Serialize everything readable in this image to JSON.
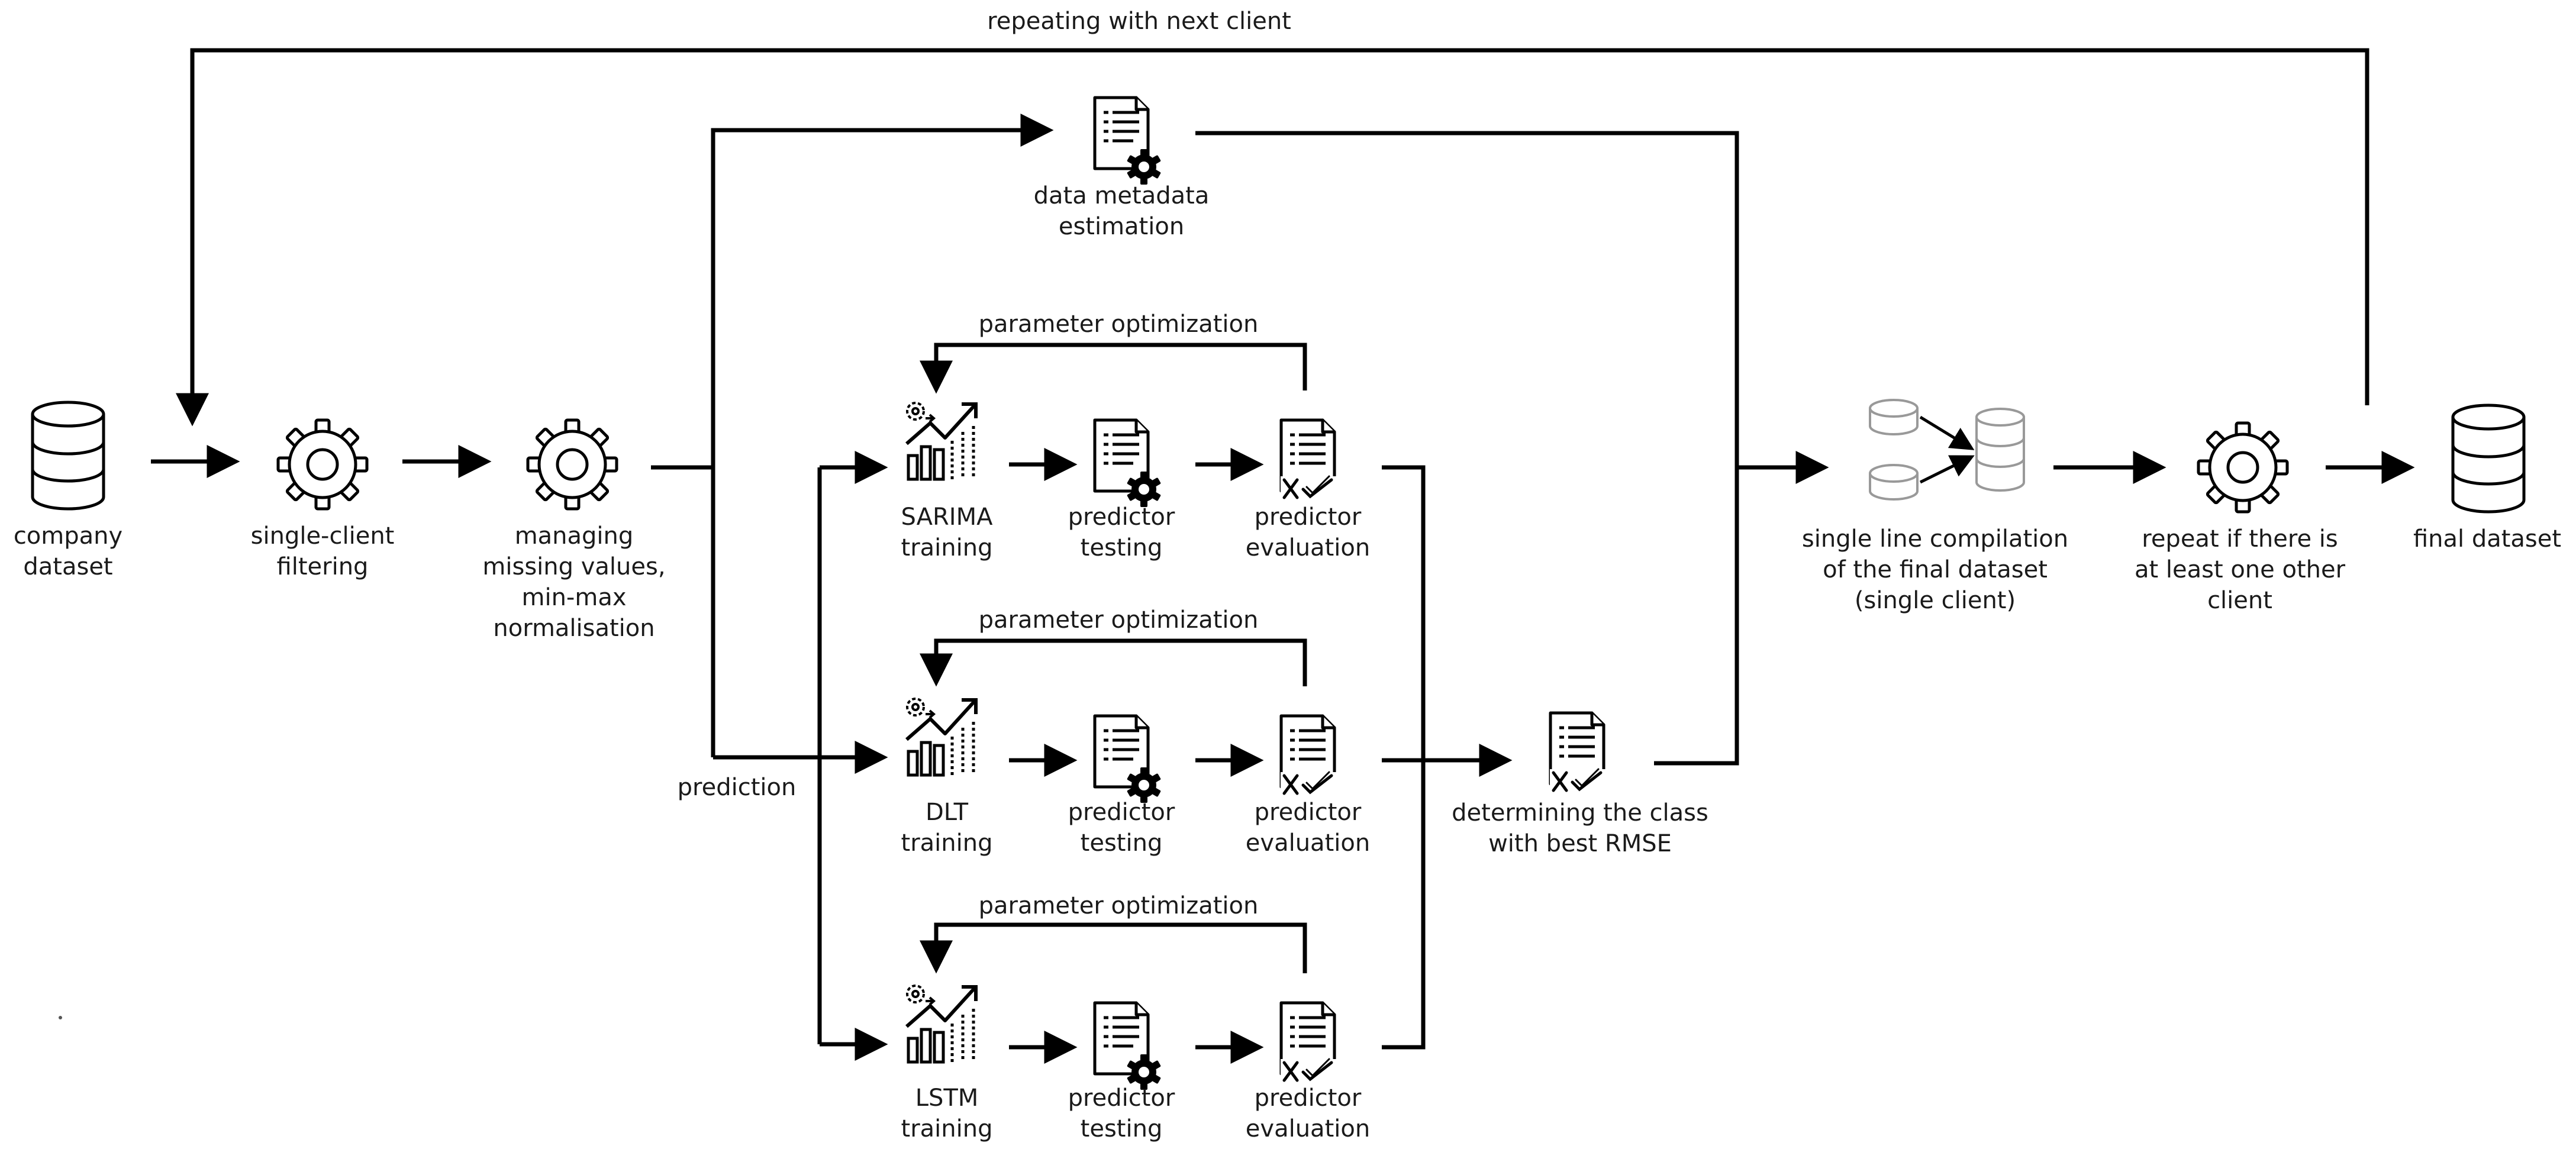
{
  "labels": {
    "loop_top": "repeating with next client",
    "company": [
      "company",
      "dataset"
    ],
    "filtering": [
      "single-client",
      "filtering"
    ],
    "managing": [
      "managing",
      "missing values,",
      "min-max",
      "normalisation"
    ],
    "metadata": [
      "data metadata",
      "estimation"
    ],
    "prediction": "prediction",
    "param_opt_1": "parameter optimization",
    "param_opt_2": "parameter optimization",
    "param_opt_3": "parameter optimization",
    "sarima": [
      "SARIMA",
      "training"
    ],
    "dlt": [
      "DLT",
      "training"
    ],
    "lstm": [
      "LSTM",
      "training"
    ],
    "testing_1": [
      "predictor",
      "testing"
    ],
    "testing_2": [
      "predictor",
      "testing"
    ],
    "testing_3": [
      "predictor",
      "testing"
    ],
    "eval_1": [
      "predictor",
      "evaluation"
    ],
    "eval_2": [
      "predictor",
      "evaluation"
    ],
    "eval_3": [
      "predictor",
      "evaluation"
    ],
    "best_rmse": [
      "determining the class",
      "with best RMSE"
    ],
    "compilation": [
      "single line compilation",
      "of the final dataset",
      "(single client)"
    ],
    "repeat": [
      "repeat if there is",
      "at least one other",
      "client"
    ],
    "final": [
      "final dataset"
    ]
  },
  "icons": {
    "database": "database-icon",
    "gear": "gear-icon",
    "document_gear": "document-gear-icon",
    "document_check": "document-check-icon",
    "chart": "training-chart-icon",
    "merge": "merge-databases-icon"
  },
  "colors": {
    "line": "#000000",
    "text": "#1a1a1a",
    "muted": "#999999"
  }
}
